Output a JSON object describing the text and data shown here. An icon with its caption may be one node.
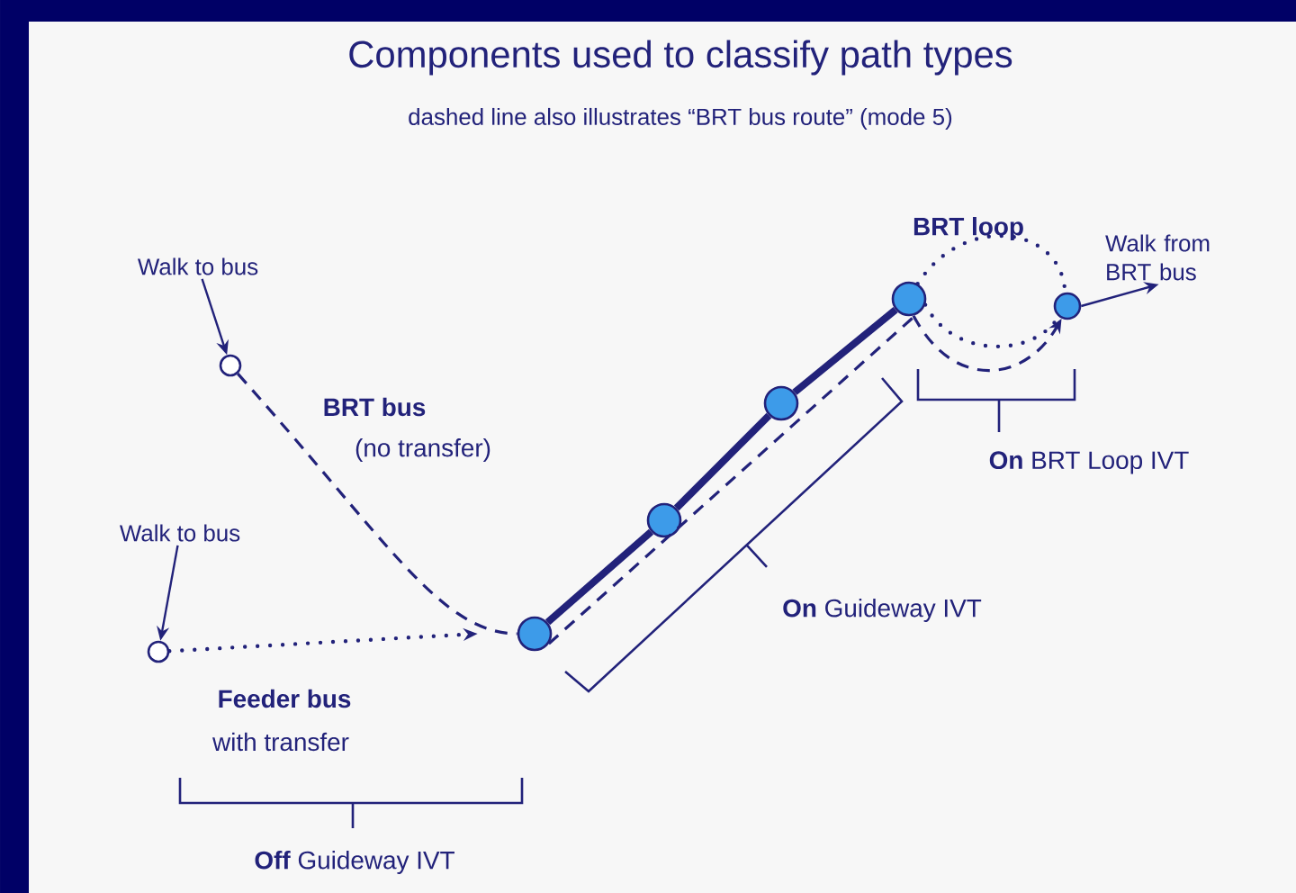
{
  "diagram": {
    "title": "Components used to classify path types",
    "caption": "dashed line also illustrates  “BRT bus route” (mode 5)",
    "nodes": [
      {
        "text": [
          "Walk to bus"
        ]
      },
      {
        "text": [],
        "shape": "circle"
      },
      {
        "text": [
          "Walk to bus"
        ]
      },
      {
        "text": [],
        "shape": "circle"
      },
      {
        "text": [],
        "shape": "circle"
      },
      {
        "text": [],
        "shape": "circle"
      },
      {
        "text": [],
        "shape": "circle"
      },
      {
        "text": [],
        "shape": "circle"
      },
      {
        "text": [],
        "shape": "circle"
      },
      {
        "text": [
          "Walk from BRT bus"
        ]
      }
    ],
    "edges": [
      {
        "from": 0,
        "to": 1,
        "arrow": "to"
      },
      {
        "from": 2,
        "to": 3,
        "arrow": "to"
      },
      {
        "from": 1,
        "to": 4,
        "arrow": "none",
        "style": "dashed"
      },
      {
        "from": 3,
        "to": 4,
        "arrow": "to",
        "style": "dashed"
      },
      {
        "from": 4,
        "to": 5,
        "arrow": "none",
        "style": "thick"
      },
      {
        "from": 5,
        "to": 6,
        "arrow": "none",
        "style": "thick"
      },
      {
        "from": 6,
        "to": 7,
        "arrow": "none",
        "style": "thick"
      },
      {
        "from": 4,
        "to": 7,
        "arrow": "none",
        "style": "dashed"
      },
      {
        "from": 7,
        "to": 8,
        "arrow": "none",
        "style": "dashed"
      },
      {
        "from": 7,
        "to": 8,
        "arrow": "none",
        "style": "dashed"
      },
      {
        "from": 7,
        "to": 8,
        "arrow": "to",
        "style": "dashed"
      },
      {
        "from": 8,
        "to": 9,
        "arrow": "to"
      }
    ],
    "labels": [
      "BRT bus",
      "(no transfer)",
      "BRT loop",
      "**On** BRT Loop IVT",
      "**On** Guideway IVT",
      "Feeder bus",
      "with transfer",
      "**Off** Guideway IVT"
    ]
  }
}
